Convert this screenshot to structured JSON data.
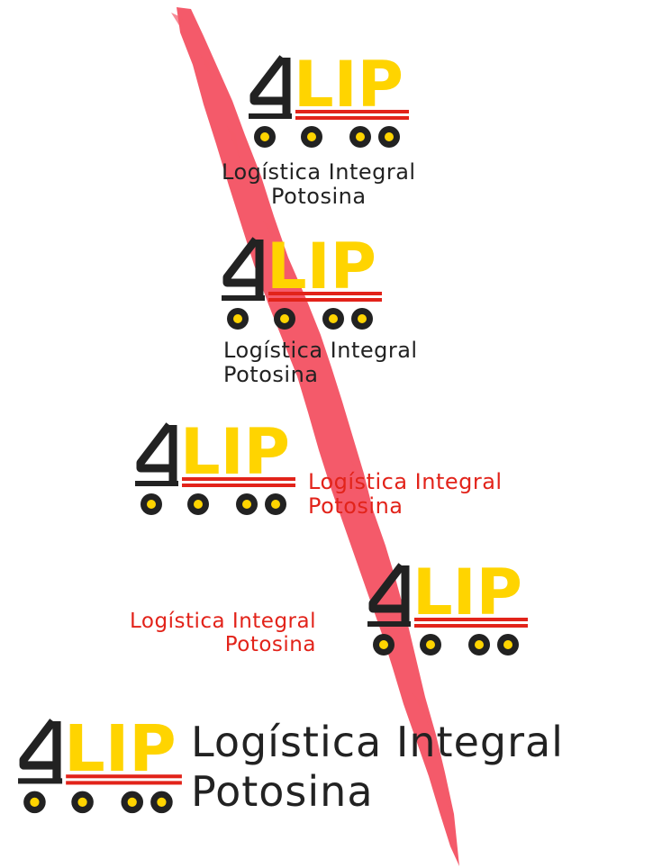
{
  "brand": {
    "logo_text": "LIP",
    "line1": "Logística Integral",
    "line2": "Potosina"
  },
  "colors": {
    "yellow": "#ffd400",
    "red": "#e2231a",
    "dark": "#222222",
    "brush": "#f45a6a"
  }
}
